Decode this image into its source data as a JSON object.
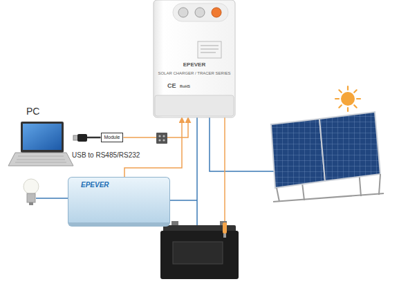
{
  "diagram": {
    "nodes": [
      {
        "text": [
          "EPEVER",
          "SOLAR CHARGER / TRACER SERIES",
          "CE",
          "RoHS"
        ]
      },
      {
        "text": [
          "PC"
        ]
      },
      {
        "text": [
          "Module"
        ]
      },
      {
        "text": [
          "EPEVER"
        ]
      }
    ],
    "edges": [
      {
        "from": 1,
        "to": 2,
        "arrow": "none"
      },
      {
        "from": 2,
        "to": 0,
        "arrow": "to"
      },
      {
        "from": 3,
        "to": 0,
        "arrow": "to"
      }
    ],
    "labels": [
      "USB to RS485/RS232"
    ]
  }
}
